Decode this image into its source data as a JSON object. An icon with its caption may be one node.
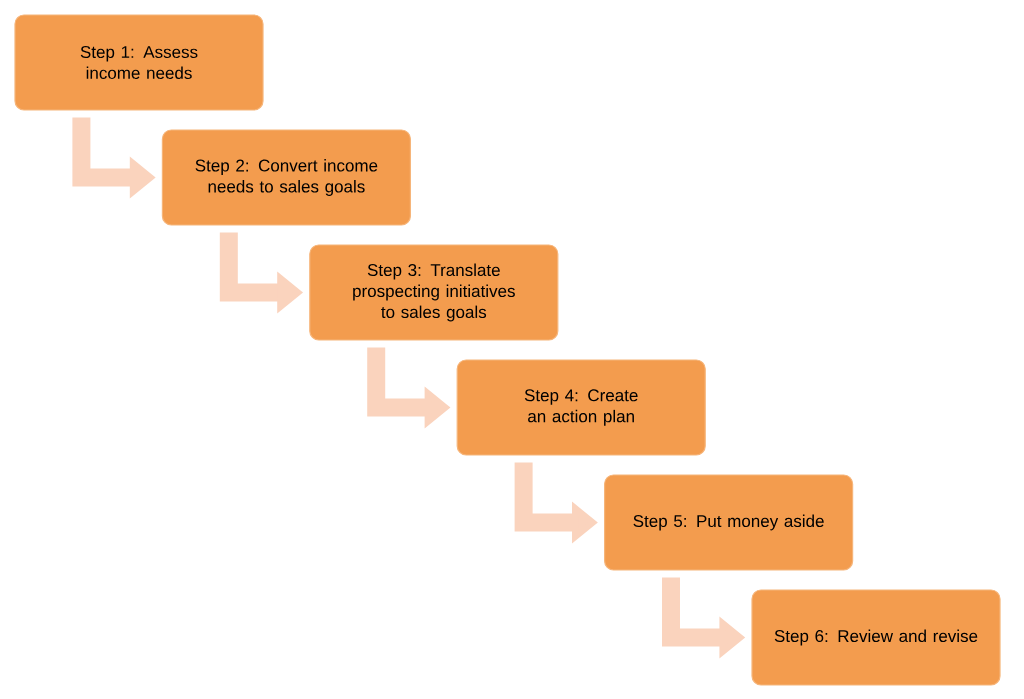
{
  "diagram": {
    "nodes": [
      {
        "text": [
          "Step 1: Assess income needs"
        ]
      },
      {
        "text": [
          "Step 2: Convert income needs to sales goals"
        ]
      },
      {
        "text": [
          "Step 3: Translate prospecting initiatives to sales goals"
        ]
      },
      {
        "text": [
          "Step 4: Create an action plan"
        ]
      },
      {
        "text": [
          "Step 5: Put money aside"
        ]
      },
      {
        "text": [
          "Step 6: Review and revise"
        ]
      }
    ],
    "edges": [
      {
        "from": 0,
        "to": 1,
        "arrow": "to"
      },
      {
        "from": 1,
        "to": 2,
        "arrow": "to"
      },
      {
        "from": 2,
        "to": 3,
        "arrow": "to"
      },
      {
        "from": 3,
        "to": 4,
        "arrow": "to"
      },
      {
        "from": 4,
        "to": 5,
        "arrow": "to"
      }
    ]
  }
}
